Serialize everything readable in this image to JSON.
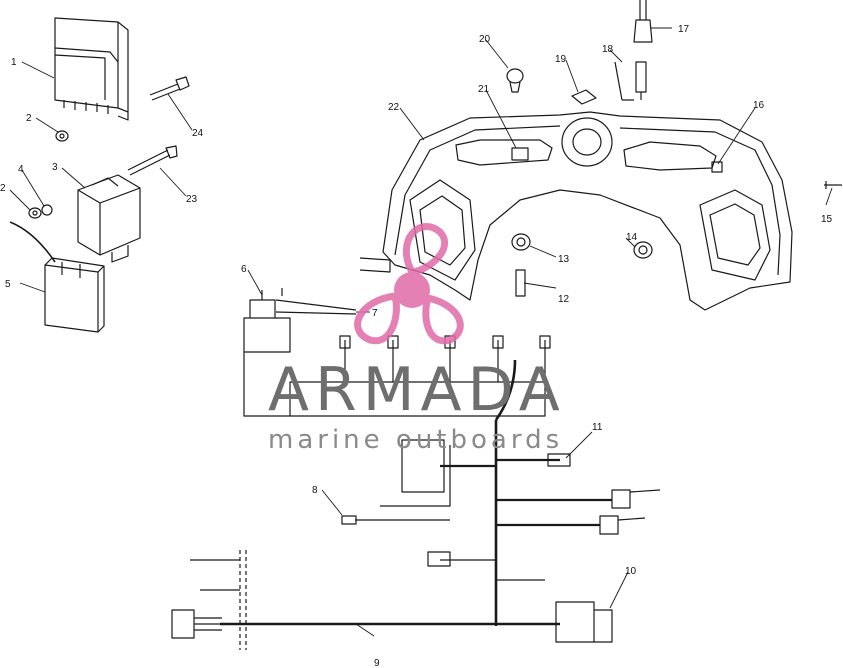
{
  "diagram": {
    "callouts": [
      {
        "id": "c1",
        "text": "1"
      },
      {
        "id": "c2a",
        "text": "2"
      },
      {
        "id": "c2b",
        "text": "2"
      },
      {
        "id": "c3",
        "text": "3"
      },
      {
        "id": "c4",
        "text": "4"
      },
      {
        "id": "c5",
        "text": "5"
      },
      {
        "id": "c6",
        "text": "6"
      },
      {
        "id": "c7",
        "text": "7"
      },
      {
        "id": "c8",
        "text": "8"
      },
      {
        "id": "c9",
        "text": "9"
      },
      {
        "id": "c10",
        "text": "10"
      },
      {
        "id": "c11",
        "text": "11"
      },
      {
        "id": "c12",
        "text": "12"
      },
      {
        "id": "c13",
        "text": "13"
      },
      {
        "id": "c14",
        "text": "14"
      },
      {
        "id": "c15",
        "text": "15"
      },
      {
        "id": "c16",
        "text": "16"
      },
      {
        "id": "c17",
        "text": "17"
      },
      {
        "id": "c18",
        "text": "18"
      },
      {
        "id": "c19",
        "text": "19"
      },
      {
        "id": "c20",
        "text": "20"
      },
      {
        "id": "c21",
        "text": "21"
      },
      {
        "id": "c22",
        "text": "22"
      },
      {
        "id": "c23",
        "text": "23"
      },
      {
        "id": "c24",
        "text": "24"
      }
    ]
  },
  "watermark": {
    "brand": "ARMADA",
    "tagline": "marine outboards",
    "logo_color": "#e06aa8",
    "text_color": "#6e6e6e"
  },
  "colors": {
    "line": "#1a1a1a",
    "background": "#ffffff"
  }
}
